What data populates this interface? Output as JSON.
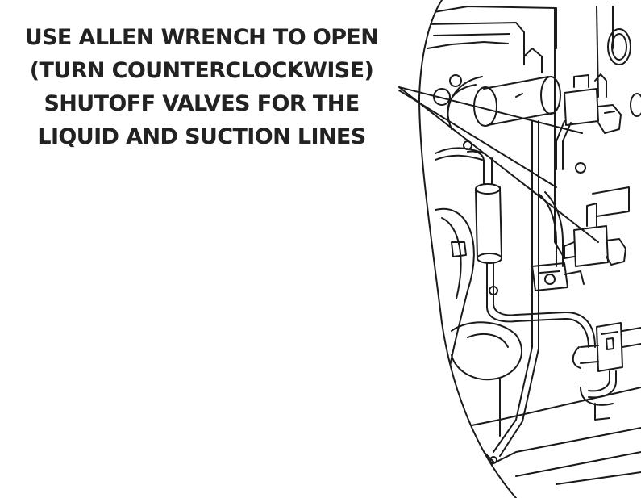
{
  "instruction": {
    "lines": [
      "USE ALLEN WRENCH TO OPEN",
      "(TURN COUNTERCLOCKWISE)",
      "SHUTOFF VALVES FOR THE",
      "LIQUID AND SUCTION LINES"
    ]
  },
  "illustration": {
    "subject": "condensing unit interior with liquid and suction line shutoff valves",
    "line_color": "#1a1a1a",
    "background_color": "#ffffff"
  }
}
